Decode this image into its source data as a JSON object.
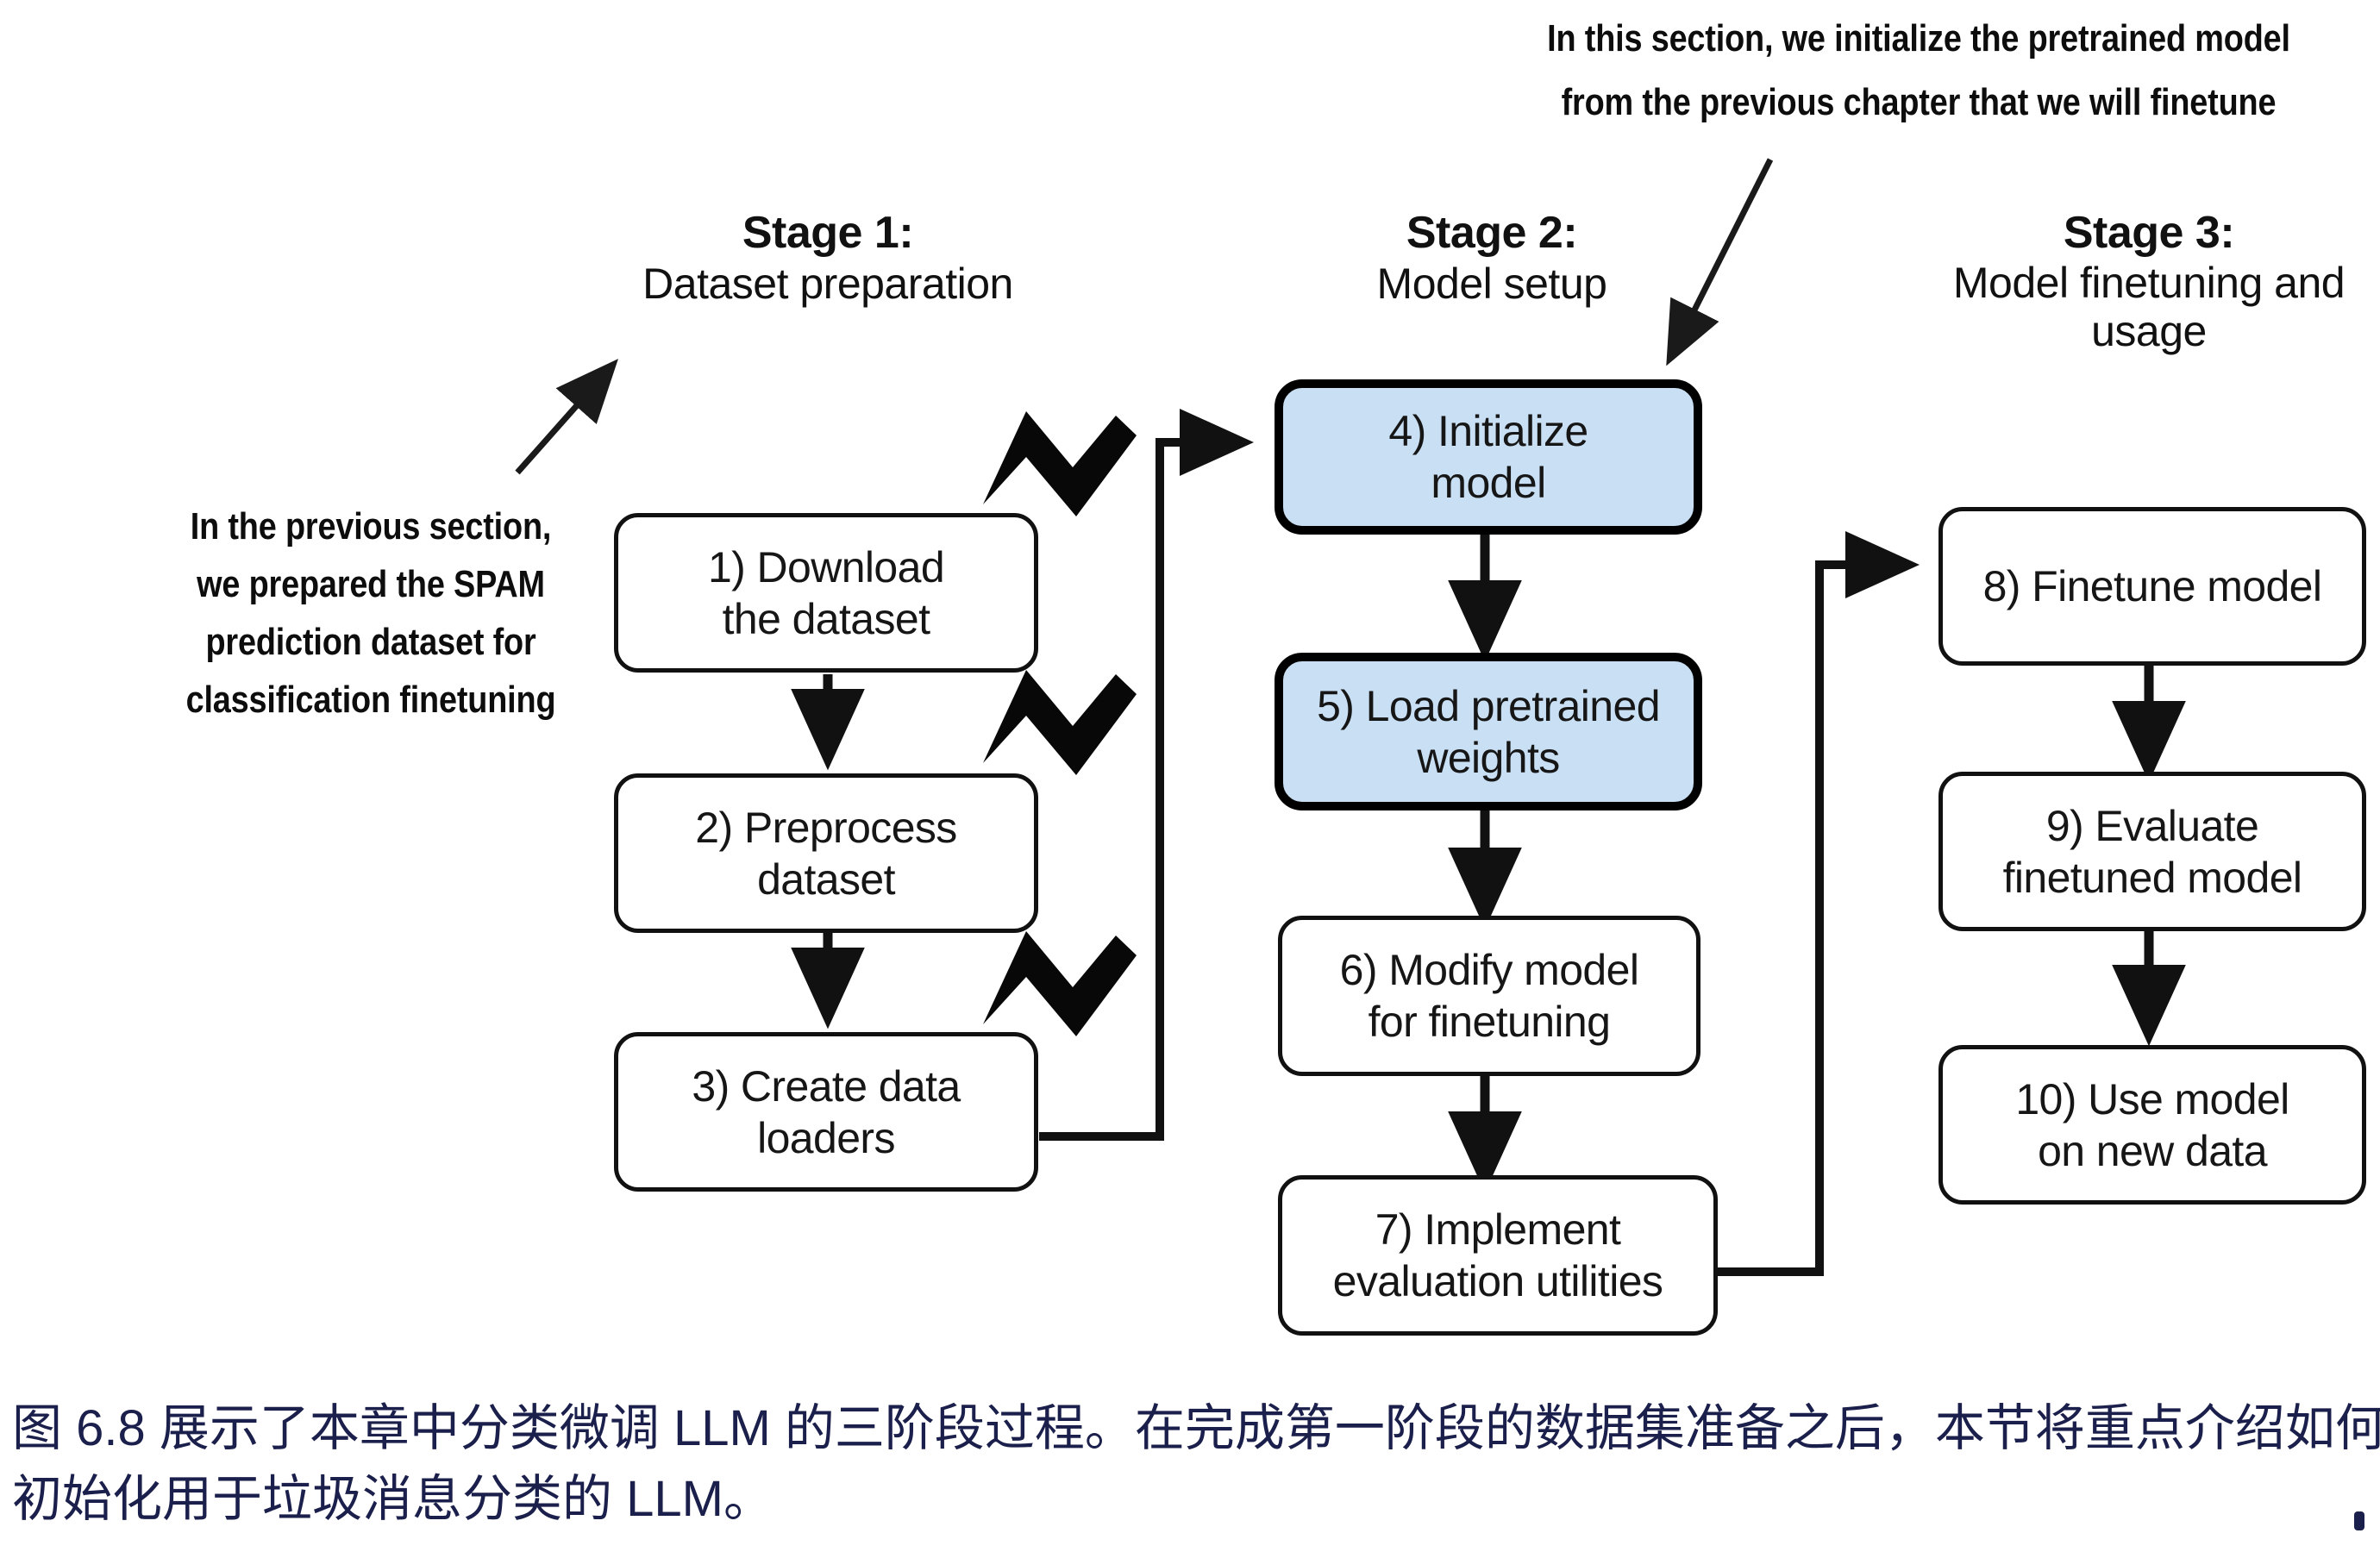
{
  "figure": {
    "stages": [
      {
        "title": "Stage 1:",
        "subtitle": "Dataset preparation"
      },
      {
        "title": "Stage 2:",
        "subtitle": "Model setup"
      },
      {
        "title": "Stage 3:",
        "subtitle": "Model finetuning and usage"
      }
    ],
    "boxes": [
      {
        "id": 1,
        "line1": "1) Download",
        "line2": "the dataset",
        "highlighted": false,
        "stage": 1
      },
      {
        "id": 2,
        "line1": "2) Preprocess",
        "line2": "dataset",
        "highlighted": false,
        "stage": 1
      },
      {
        "id": 3,
        "line1": "3) Create data",
        "line2": "loaders",
        "highlighted": false,
        "stage": 1
      },
      {
        "id": 4,
        "line1": "4) Initialize",
        "line2": "model",
        "highlighted": true,
        "stage": 2
      },
      {
        "id": 5,
        "line1": "5) Load pretrained",
        "line2": "weights",
        "highlighted": true,
        "stage": 2
      },
      {
        "id": 6,
        "line1": "6) Modify model",
        "line2": "for finetuning",
        "highlighted": false,
        "stage": 2
      },
      {
        "id": 7,
        "line1": "7) Implement",
        "line2": "evaluation utilities",
        "highlighted": false,
        "stage": 2
      },
      {
        "id": 8,
        "line1": "8) Finetune model",
        "line2": "",
        "highlighted": false,
        "stage": 3
      },
      {
        "id": 9,
        "line1": "9) Evaluate",
        "line2": "finetuned model",
        "highlighted": false,
        "stage": 3
      },
      {
        "id": 10,
        "line1": "10) Use model",
        "line2": "on new data",
        "highlighted": false,
        "stage": 3
      }
    ],
    "annotations": {
      "left": {
        "line1": "In the previous section,",
        "line2": "we prepared the SPAM",
        "line3": "prediction dataset for",
        "line4": "classification finetuning"
      },
      "top_right": {
        "line1": "In this section, we initialize the pretrained model",
        "line2": "from the previous chapter that we will finetune"
      }
    },
    "checkmarks": 3,
    "colors": {
      "highlight_fill": "#c9dff3",
      "stroke": "#111111",
      "caption_text": "#1b1f4b",
      "background": "#ffffff"
    }
  },
  "caption": {
    "line1": "图 6.8 展示了本章中分类微调 LLM 的三阶段过程。在完成第一阶段的数据集准备之后，本节将重点介绍如何",
    "line2": "初始化用于垃圾消息分类的 LLM。"
  }
}
